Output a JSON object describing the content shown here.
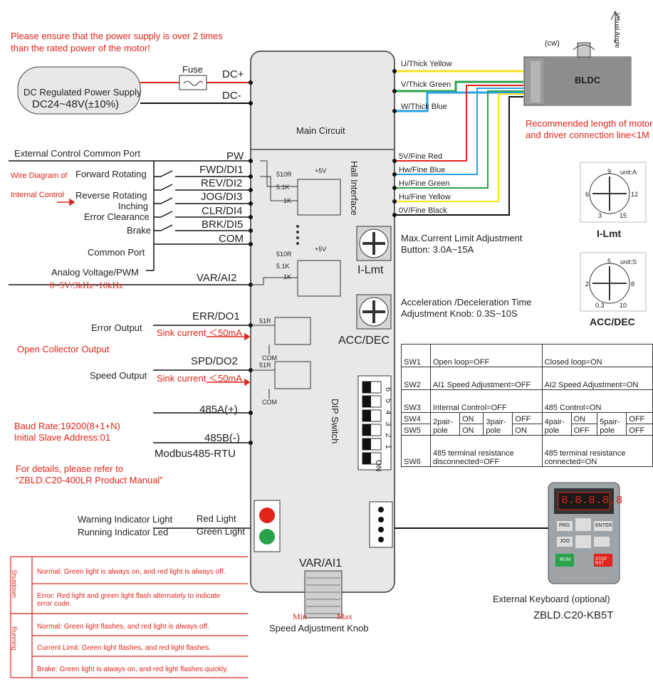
{
  "notes": {
    "power_warning_1": "Please ensure that the power supply is over 2 times",
    "power_warning_2": "than the rated power of the motor!",
    "wire_length_1": "Recommended length of motor",
    "wire_length_2": "and driver connection line<1M",
    "wire_diagram_1": "Wire Diagram of",
    "wire_diagram_2": "Internal Control",
    "open_collector": "Open Collector Output",
    "baud_rate": "Baud Rate:19200(8+1+N)",
    "slave_addr": "Initial Slave Address:01",
    "details_1": "For details, please refer to",
    "details_2": "“ZBLD.C20-400LR Product Manual”"
  },
  "power": {
    "supply_label": "DC Regulated Power Supply",
    "supply_voltage": "DC24~48V(±10%)",
    "fuse": "Fuse",
    "dc_plus": "DC+",
    "dc_minus": "DC-"
  },
  "driver": {
    "main_circuit": "Main Circuit",
    "hall_interface": "Hall Interface",
    "dip_switch": "DIP Switch",
    "dip_numbers": [
      "1",
      "2",
      "3",
      "4",
      "5",
      "6"
    ],
    "on_label": "ON",
    "i_lmt": "I-Lmt",
    "acc_dec": "ACC/DEC",
    "var_ai1": "VAR/AI1"
  },
  "motor": {
    "label": "BLDC",
    "cw": "(cw)",
    "visual_angle": "Visual Angle",
    "phase_wires": [
      "U/Thick Yellow",
      "V/Thick Green",
      "W/Thick Blue"
    ],
    "hall_wires": [
      "5V/Fine Red",
      "Hw/Fine Blue",
      "Hv/Fine Green",
      "Hu/Fine Yellow",
      "0V/Fine Black"
    ]
  },
  "control": {
    "common_port_title": "External Control Common Port",
    "inputs": [
      {
        "desc": "Forward Rotating",
        "pin": "FWD/DI1"
      },
      {
        "desc": "Reverse Rotating",
        "pin": "REV/DI2"
      },
      {
        "desc": "Inching",
        "pin": "JOG/DI3"
      },
      {
        "desc": "Error Clearance",
        "pin": "CLR/DI4"
      },
      {
        "desc": "Brake",
        "pin": "BRK/DI5"
      }
    ],
    "pw": "PW",
    "com": "COM",
    "common_port": "Common Port",
    "analog_title": "Analog Voltage/PWM",
    "analog_range": "0~5V/3kHz~10kHz",
    "var_ai2": "VAR/AI2",
    "error_output": "Error Output",
    "err_pin": "ERR/DO1",
    "sink_current_1": "Sink current ＜50mA",
    "speed_output": "Speed Output",
    "spd_pin": "SPD/DO2",
    "sink_current_2": "Sink current ＜50mA",
    "rs485_a": "485A(+)",
    "rs485_b": "485B(-)",
    "modbus": "Modbus485-RTU",
    "circuit_labels": {
      "r510": "510R",
      "r51k": "5.1K",
      "r1k": "1K",
      "plus5v": "+5V",
      "r51": "51R",
      "com": "COM"
    }
  },
  "indicators": {
    "warning_light": "Warning Indicator Light",
    "running_led": "Running Indicator Led",
    "red_light": "Red Light",
    "green_light": "Green Light"
  },
  "knobs": {
    "current_title": "Max.Current Limit Adjustment",
    "current_range": "Button: 3.0A~15A",
    "accel_title": "Acceleration /Deceleration Time",
    "accel_range": "Adjustment Knob: 0.3S~10S",
    "ilmt_dial": {
      "top": "9",
      "left": "6",
      "right": "12",
      "bl": "3",
      "br": "15",
      "unit": "unit:A",
      "name": "I-Lmt"
    },
    "acc_dial": {
      "top": "5",
      "left": "2",
      "right": "8",
      "bl": "0.3",
      "br": "10",
      "unit": "unit:S",
      "name": "ACC/DEC"
    },
    "speed_knob": "Speed Adjustment Knob",
    "min": "Min",
    "max": "Max"
  },
  "sw_table": {
    "sw1": {
      "name": "SW1",
      "off": "Open loop=OFF",
      "on": "Closed loop=ON"
    },
    "sw2": {
      "name": "SW2",
      "off": "AI1 Speed Adjustment=OFF",
      "on": "AI2 Speed Adjustment=ON"
    },
    "sw3": {
      "name": "SW3",
      "off": "Internal Control=OFF",
      "on": "485 Control=ON"
    },
    "sw4": "SW4",
    "sw5": "SW5",
    "poles": [
      "2pair-pole",
      "3pair-pole",
      "4pair-pole",
      "5pair-pole"
    ],
    "on": "ON",
    "off": "OFF",
    "sw6": {
      "name": "SW6",
      "off": "485 terminal resistance disconnected=OFF",
      "on": "485 terminal resistance connected=ON"
    }
  },
  "status_table": {
    "shutdown": "Shutdown",
    "running": "Running",
    "rows": [
      "Normal: Green light is always on, and red light is always off.",
      "Error: Red light and green light flash alternately to indicate error code.",
      "Normal: Green light flashes, and red light is always off.",
      "Current Limit: Green light flashes, and red light flashes.",
      "Brake: Green light is always on, and red light flashes quickly."
    ]
  },
  "keyboard": {
    "title": "External Keyboard (optional)",
    "model": "ZBLD.C20-KB5T",
    "display": "8.8.8.8.8",
    "prg": "PRG",
    "enter": "ENTER",
    "jog": "JOG",
    "run": "RUN",
    "stop": "STOP RST"
  },
  "colors": {
    "red": "#e0241b",
    "yellow": "#f7e21a",
    "green": "#2aa24a",
    "blue": "#29a0e6",
    "black": "#111111",
    "driver_fill": "#e8e8e8"
  }
}
